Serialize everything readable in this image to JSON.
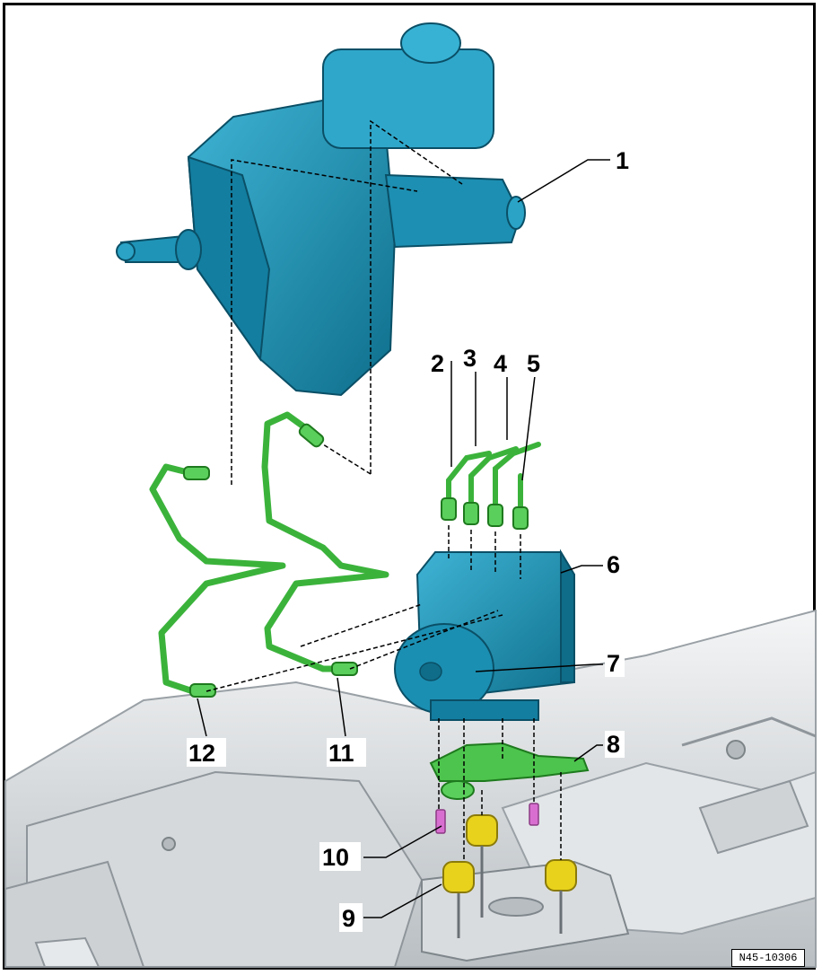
{
  "figure": {
    "reference": "N45-10306",
    "callouts": [
      {
        "id": "1",
        "label": "1"
      },
      {
        "id": "2",
        "label": "2"
      },
      {
        "id": "3",
        "label": "3"
      },
      {
        "id": "4",
        "label": "4"
      },
      {
        "id": "5",
        "label": "5"
      },
      {
        "id": "6",
        "label": "6"
      },
      {
        "id": "7",
        "label": "7"
      },
      {
        "id": "8",
        "label": "8"
      },
      {
        "id": "9",
        "label": "9"
      },
      {
        "id": "10",
        "label": "10"
      },
      {
        "id": "11",
        "label": "11"
      },
      {
        "id": "12",
        "label": "12"
      }
    ]
  },
  "colors": {
    "component_blue": "#1a95b8",
    "component_blue_dark": "#0d6f8c",
    "brake_line_green": "#3bb33b",
    "mount_yellow": "#e8d21c",
    "bolt_pink": "#d86fd0",
    "body_grey": "#c8cdd0"
  }
}
